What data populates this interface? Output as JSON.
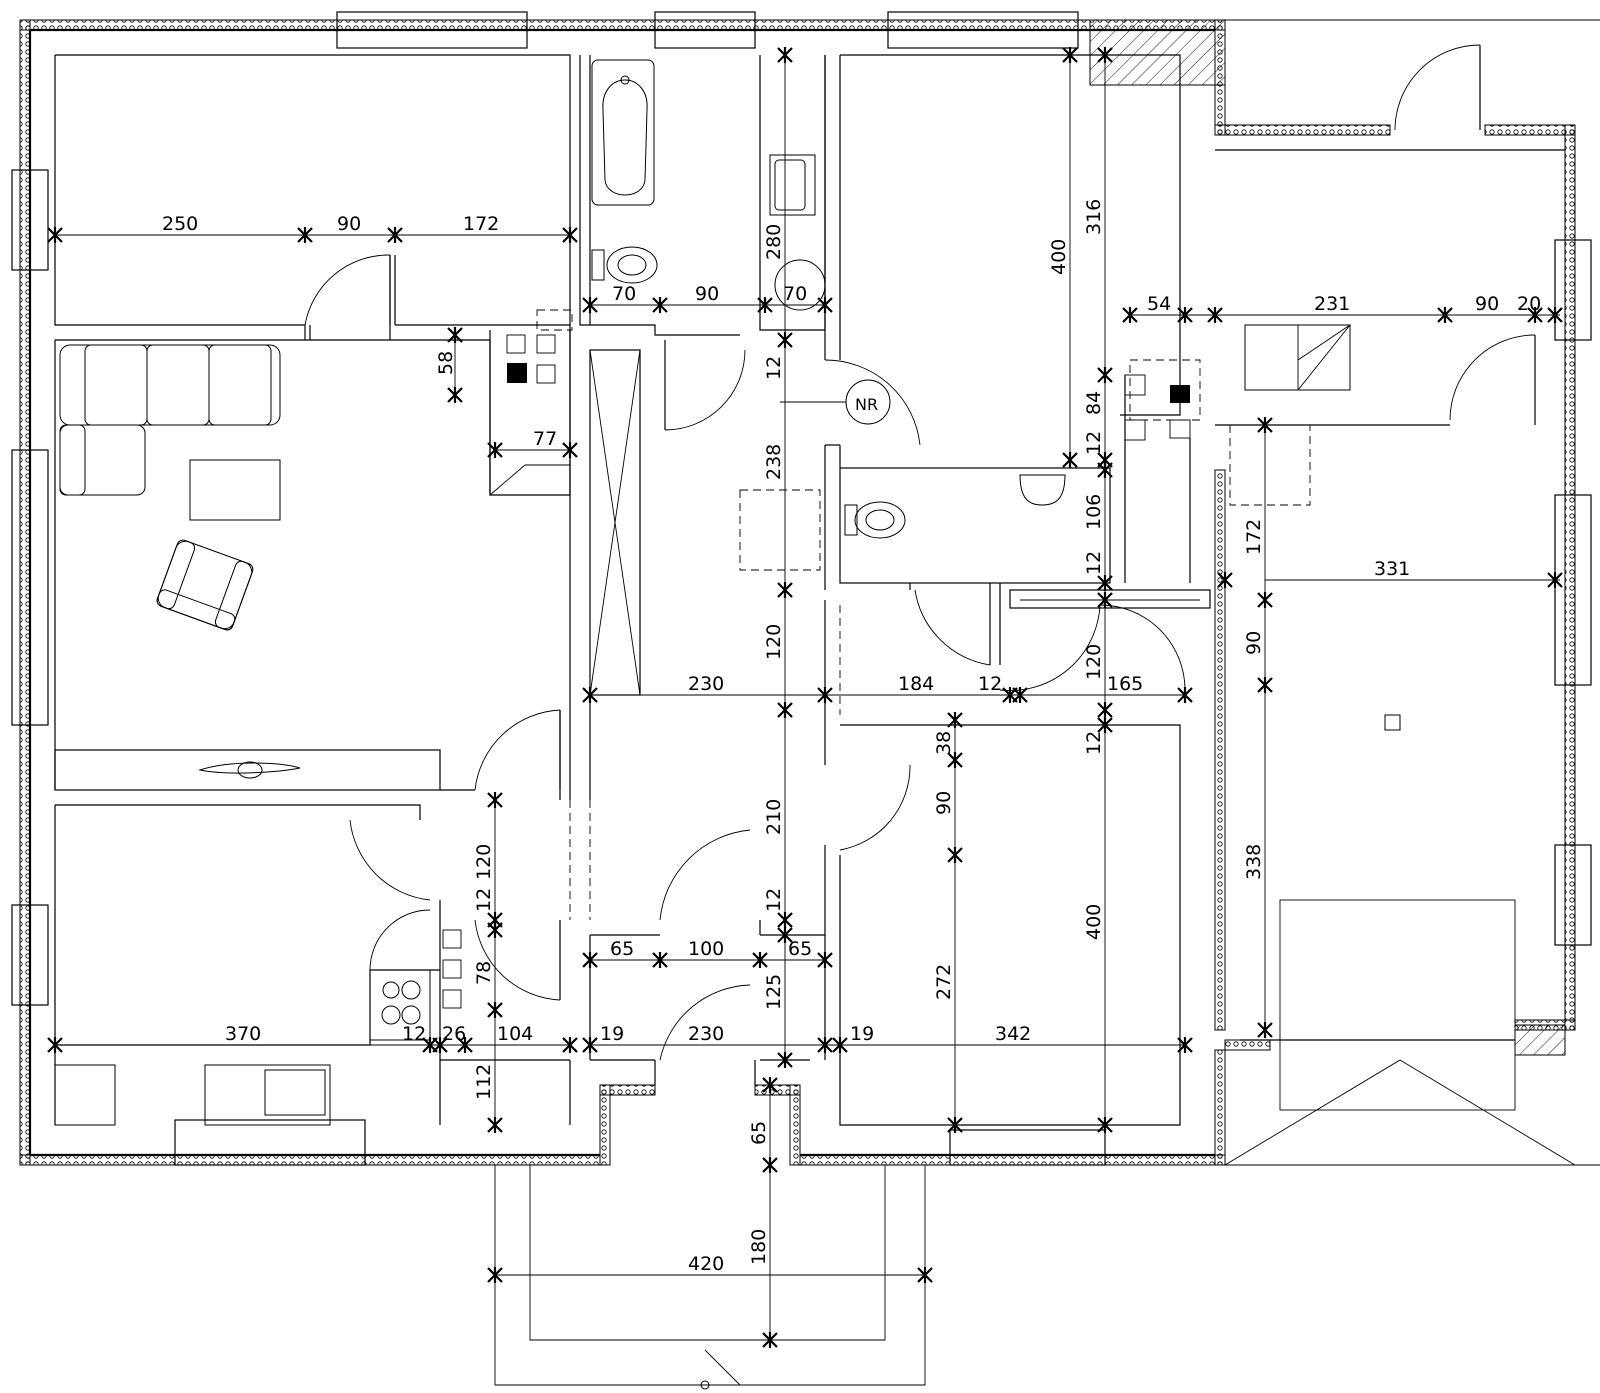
{
  "drawing": {
    "stroke_color": "#000000",
    "background_color": "#ffffff",
    "symbols": {
      "vent_label": "NR"
    }
  },
  "dimensions": {
    "top_room": [
      "250",
      "90",
      "172"
    ],
    "bath": [
      "70",
      "90",
      "70",
      "280"
    ],
    "vents": [
      "58",
      "77"
    ],
    "hall": [
      "12",
      "238",
      "120",
      "210",
      "12"
    ],
    "center": [
      "230",
      "184",
      "12",
      "120",
      "165"
    ],
    "right_top": [
      "400",
      "316",
      "84",
      "12",
      "106",
      "12"
    ],
    "utility": [
      "54",
      "231",
      "90",
      "20",
      "172",
      "331",
      "90",
      "338"
    ],
    "entrance": [
      "65",
      "100",
      "65",
      "125",
      "19",
      "230",
      "19",
      "342"
    ],
    "lower_left": [
      "120",
      "12",
      "78",
      "370",
      "12",
      "26",
      "104",
      "112"
    ],
    "bedroom": [
      "38",
      "12",
      "90",
      "400",
      "272"
    ],
    "porch": [
      "65",
      "180",
      "420"
    ]
  }
}
